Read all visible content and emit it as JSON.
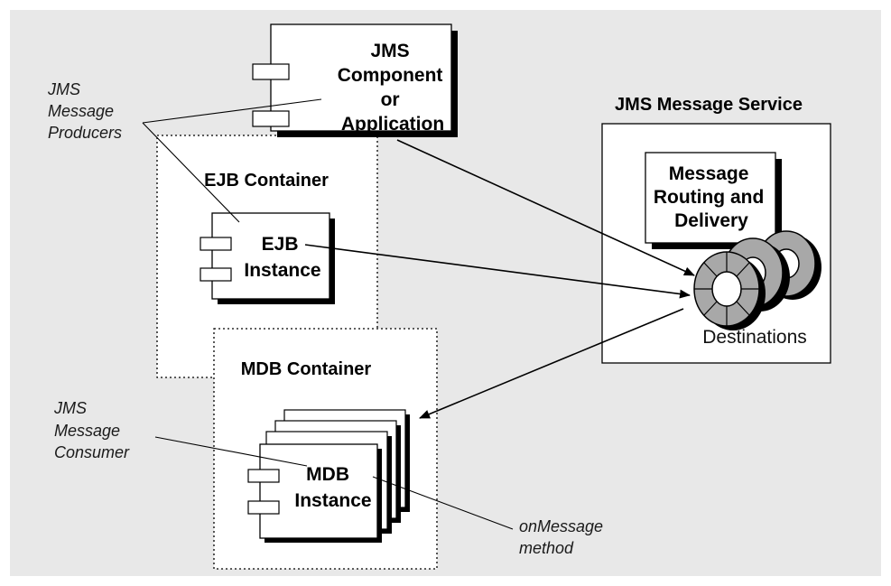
{
  "labels": {
    "jms_component": [
      "JMS",
      "Component",
      "or",
      "Application"
    ],
    "jms_message_producers": [
      "JMS",
      "Message",
      "Producers"
    ],
    "jms_message_service": "JMS Message Service",
    "message_routing": [
      "Message",
      "Routing and",
      "Delivery"
    ],
    "destinations": "Destinations",
    "ejb_container": "EJB Container",
    "ejb_instance": [
      "EJB",
      "Instance"
    ],
    "mdb_container": "MDB Container",
    "mdb_instance": [
      "MDB",
      "Instance"
    ],
    "jms_message_consumer": [
      "JMS",
      "Message",
      "Consumer"
    ],
    "onmessage_method": [
      "onMessage",
      "method"
    ]
  },
  "colors": {
    "background": "#e8e8e8",
    "box_fill": "#ffffff",
    "line": "#000000",
    "destination_ring": "#a8a8a8"
  }
}
